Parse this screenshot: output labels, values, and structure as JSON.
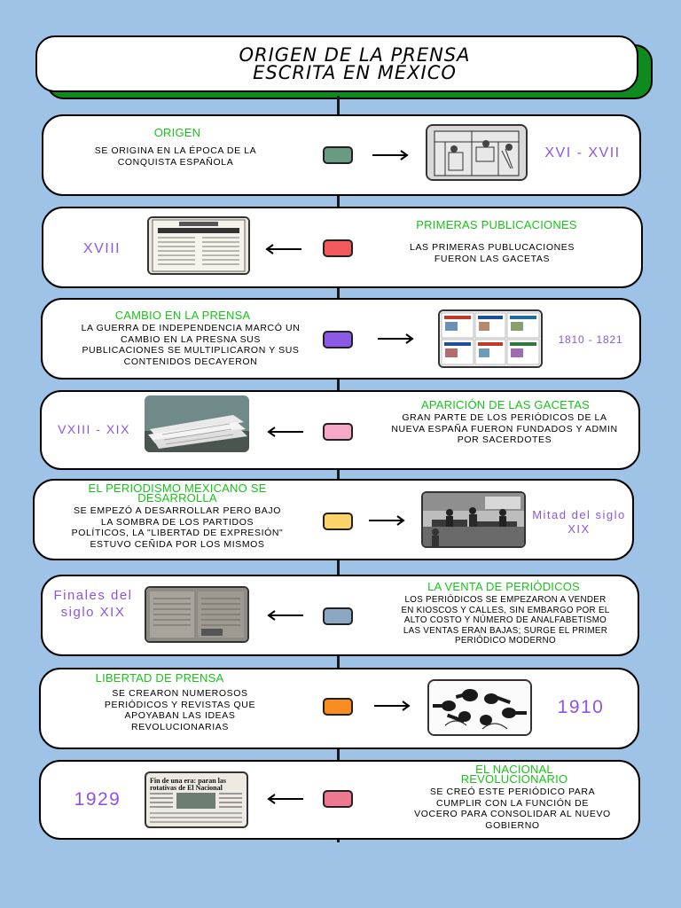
{
  "title": {
    "line1": "Origen de la prensa",
    "line2": "escrita en México"
  },
  "events": [
    {
      "heading": "Origen",
      "text": "Se origina en la época de la conquista española",
      "date": "XVI - XVII",
      "node_color": "#6a9b82",
      "image_icon": "printing-press-engraving-image"
    },
    {
      "heading": "Primeras publicaciones",
      "text": "Las primeras publucaciones fueron las gacetas",
      "date": "XVIII",
      "node_color": "#f25b5b",
      "image_icon": "old-gazette-page-image"
    },
    {
      "heading": "Cambio en la prensa",
      "text": "La guerra de independencia marcó un cambio en la presna sus publicaciones se multiplicaron y sus contenidos decayeron",
      "date": "1810 - 1821",
      "node_color": "#8a5ae6",
      "image_icon": "newspaper-collage-image"
    },
    {
      "heading": "Aparición de las gacetas",
      "text": "Gran parte de los periódicos de la Nueva España fueron fundados y admin por sacerdotes",
      "date": "VXIII - XIX",
      "node_color": "#f7a8c8",
      "image_icon": "newspaper-stack-image"
    },
    {
      "heading": "El periodismo mexicano se desarrolla",
      "text": "Se empezó a desarrollar pero bajo la sombra de los partidos políticos, la \"libertad de expresión\" estuvo ceñida por los mismos",
      "date": "Mitad del siglo XIX",
      "node_color": "#fad46a",
      "image_icon": "newsroom-photo-image"
    },
    {
      "heading": "La venta de periódicos",
      "text": "Los periódicos se empezaron a vender en kioscos y calles, sin embargo por el alto costo y número de analfabetismo las ventas eran bajas; surge el primer periódico moderno",
      "date": "Finales del siglo XIX",
      "node_color": "#8aa8c2",
      "image_icon": "old-newspaper-image"
    },
    {
      "heading": "Libertad de prensa",
      "text": "Se crearon numerosos periódicos y revistas que apoyaban las ideas revolucionarias",
      "date": "1910",
      "node_color": "#f98d22",
      "image_icon": "press-microphones-image"
    },
    {
      "heading": "El Nacional revolucionario",
      "text": "Se creó este periódico para cumplir con la función de vocero para consolidar al nuevo gobierno",
      "date": "1929",
      "node_color": "#ee7890",
      "image_icon": "el-nacional-newspaper-image",
      "image_caption": "Fin de una era: paran las rotativas de El Nacional"
    }
  ]
}
